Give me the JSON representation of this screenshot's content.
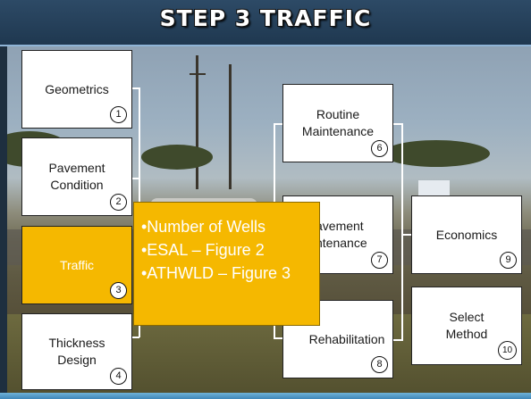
{
  "title": "STEP 3 TRAFFIC",
  "boxes": {
    "b1": {
      "label": "Geometrics",
      "num": "1"
    },
    "b2": {
      "label_line1": "Pavement",
      "label_line2": "Condition",
      "num": "2"
    },
    "b3": {
      "label": "Traffic",
      "num": "3"
    },
    "b4": {
      "label_line1": "Thickness",
      "label_line2": "Design",
      "num": "4"
    },
    "b6": {
      "label_line1": "Routine",
      "label_line2": "Maintenance",
      "num": "6"
    },
    "b7": {
      "label_line1": "avement",
      "label_line2": "ntenance",
      "num": "7"
    },
    "b8": {
      "label": "Rehabilitation",
      "num": "8"
    },
    "b9": {
      "label": "Economics",
      "num": "9"
    },
    "b10": {
      "label_line1": "Select",
      "label_line2": "Method",
      "num": "10"
    }
  },
  "callout": {
    "items": [
      "•Number of Wells",
      "•ESAL – Figure 2",
      "•ATHWLD – Figure 3"
    ]
  },
  "colors": {
    "highlight": "#f5b800",
    "title_band": "#2d4a66",
    "accent_band": "#5fa8d3"
  }
}
